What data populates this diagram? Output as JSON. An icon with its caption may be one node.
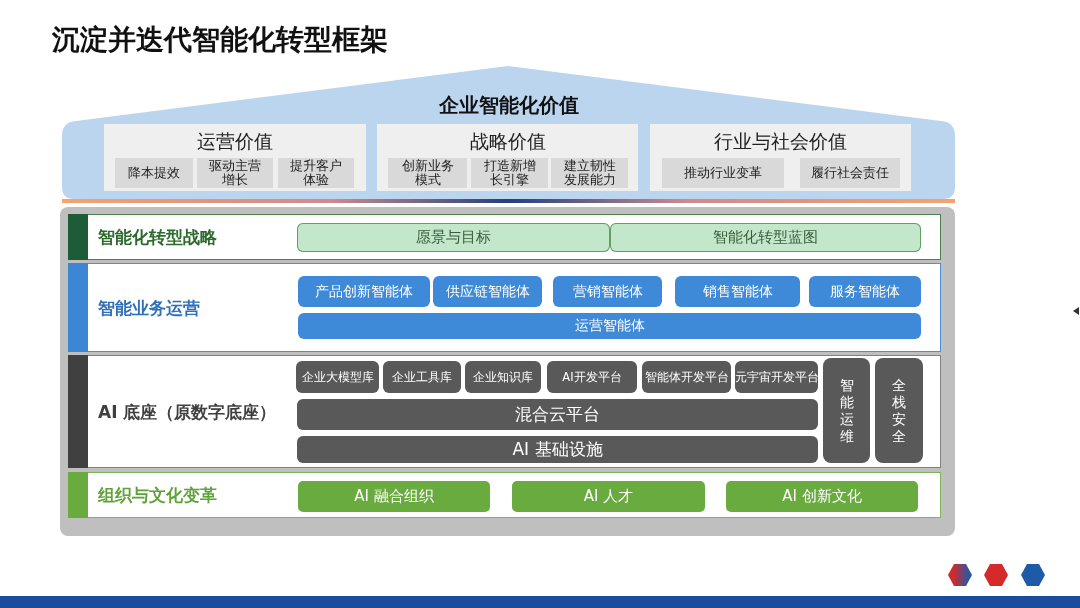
{
  "diagram": {
    "title": "沉淀并迭代智能化转型框架",
    "nodes": [
      {
        "text": [
          "企业智能化价值"
        ]
      },
      {
        "text": [
          "运营价值"
        ],
        "in": 0
      },
      {
        "text": [
          "降本提效"
        ],
        "in": 1
      },
      {
        "text": [
          "驱动主营增长"
        ],
        "in": 1
      },
      {
        "text": [
          "提升客户体验"
        ],
        "in": 1
      },
      {
        "text": [
          "战略价值"
        ],
        "in": 0
      },
      {
        "text": [
          "创新业务模式"
        ],
        "in": 5
      },
      {
        "text": [
          "打造新增长引擎"
        ],
        "in": 5
      },
      {
        "text": [
          "建立韧性发展能力"
        ],
        "in": 5
      },
      {
        "text": [
          "行业与社会价值"
        ],
        "in": 0
      },
      {
        "text": [
          "推动行业变革"
        ],
        "in": 9
      },
      {
        "text": [
          "履行社会责任"
        ],
        "in": 9
      },
      {
        "text": [],
        "shape": "box"
      },
      {
        "text": [
          "智能化转型战略"
        ],
        "in": 12
      },
      {
        "text": [
          "愿景与目标"
        ],
        "in": 13
      },
      {
        "text": [
          "智能化转型蓝图"
        ],
        "in": 13
      },
      {
        "text": [
          "智能业务运营"
        ],
        "in": 12
      },
      {
        "text": [
          "产品创新智能体"
        ],
        "in": 16
      },
      {
        "text": [
          "供应链智能体"
        ],
        "in": 16
      },
      {
        "text": [
          "营销智能体"
        ],
        "in": 16
      },
      {
        "text": [
          "销售智能体"
        ],
        "in": 16
      },
      {
        "text": [
          "服务智能体"
        ],
        "in": 16
      },
      {
        "text": [
          "运营智能体"
        ],
        "in": 16
      },
      {
        "text": [
          "AI 底座（原数字底座）"
        ],
        "in": 12
      },
      {
        "text": [
          "企业大模型库"
        ],
        "in": 23
      },
      {
        "text": [
          "企业工具库"
        ],
        "in": 23
      },
      {
        "text": [
          "企业知识库"
        ],
        "in": 23
      },
      {
        "text": [
          "AI开发平台"
        ],
        "in": 23
      },
      {
        "text": [
          "智能体开发平台"
        ],
        "in": 23
      },
      {
        "text": [
          "元宇宙开发平台"
        ],
        "in": 23
      },
      {
        "text": [
          "混合云平台"
        ],
        "in": 23
      },
      {
        "text": [
          "AI 基础设施"
        ],
        "in": 23
      },
      {
        "text": [
          "智能运维"
        ],
        "in": 23
      },
      {
        "text": [
          "全栈安全"
        ],
        "in": 23
      },
      {
        "text": [
          "组织与文化变革"
        ],
        "in": 12
      },
      {
        "text": [
          "AI 融合组织"
        ],
        "in": 34
      },
      {
        "text": [
          "AI 人才"
        ],
        "in": 34
      },
      {
        "text": [
          "AI 创新文化"
        ],
        "in": 34
      }
    ]
  }
}
